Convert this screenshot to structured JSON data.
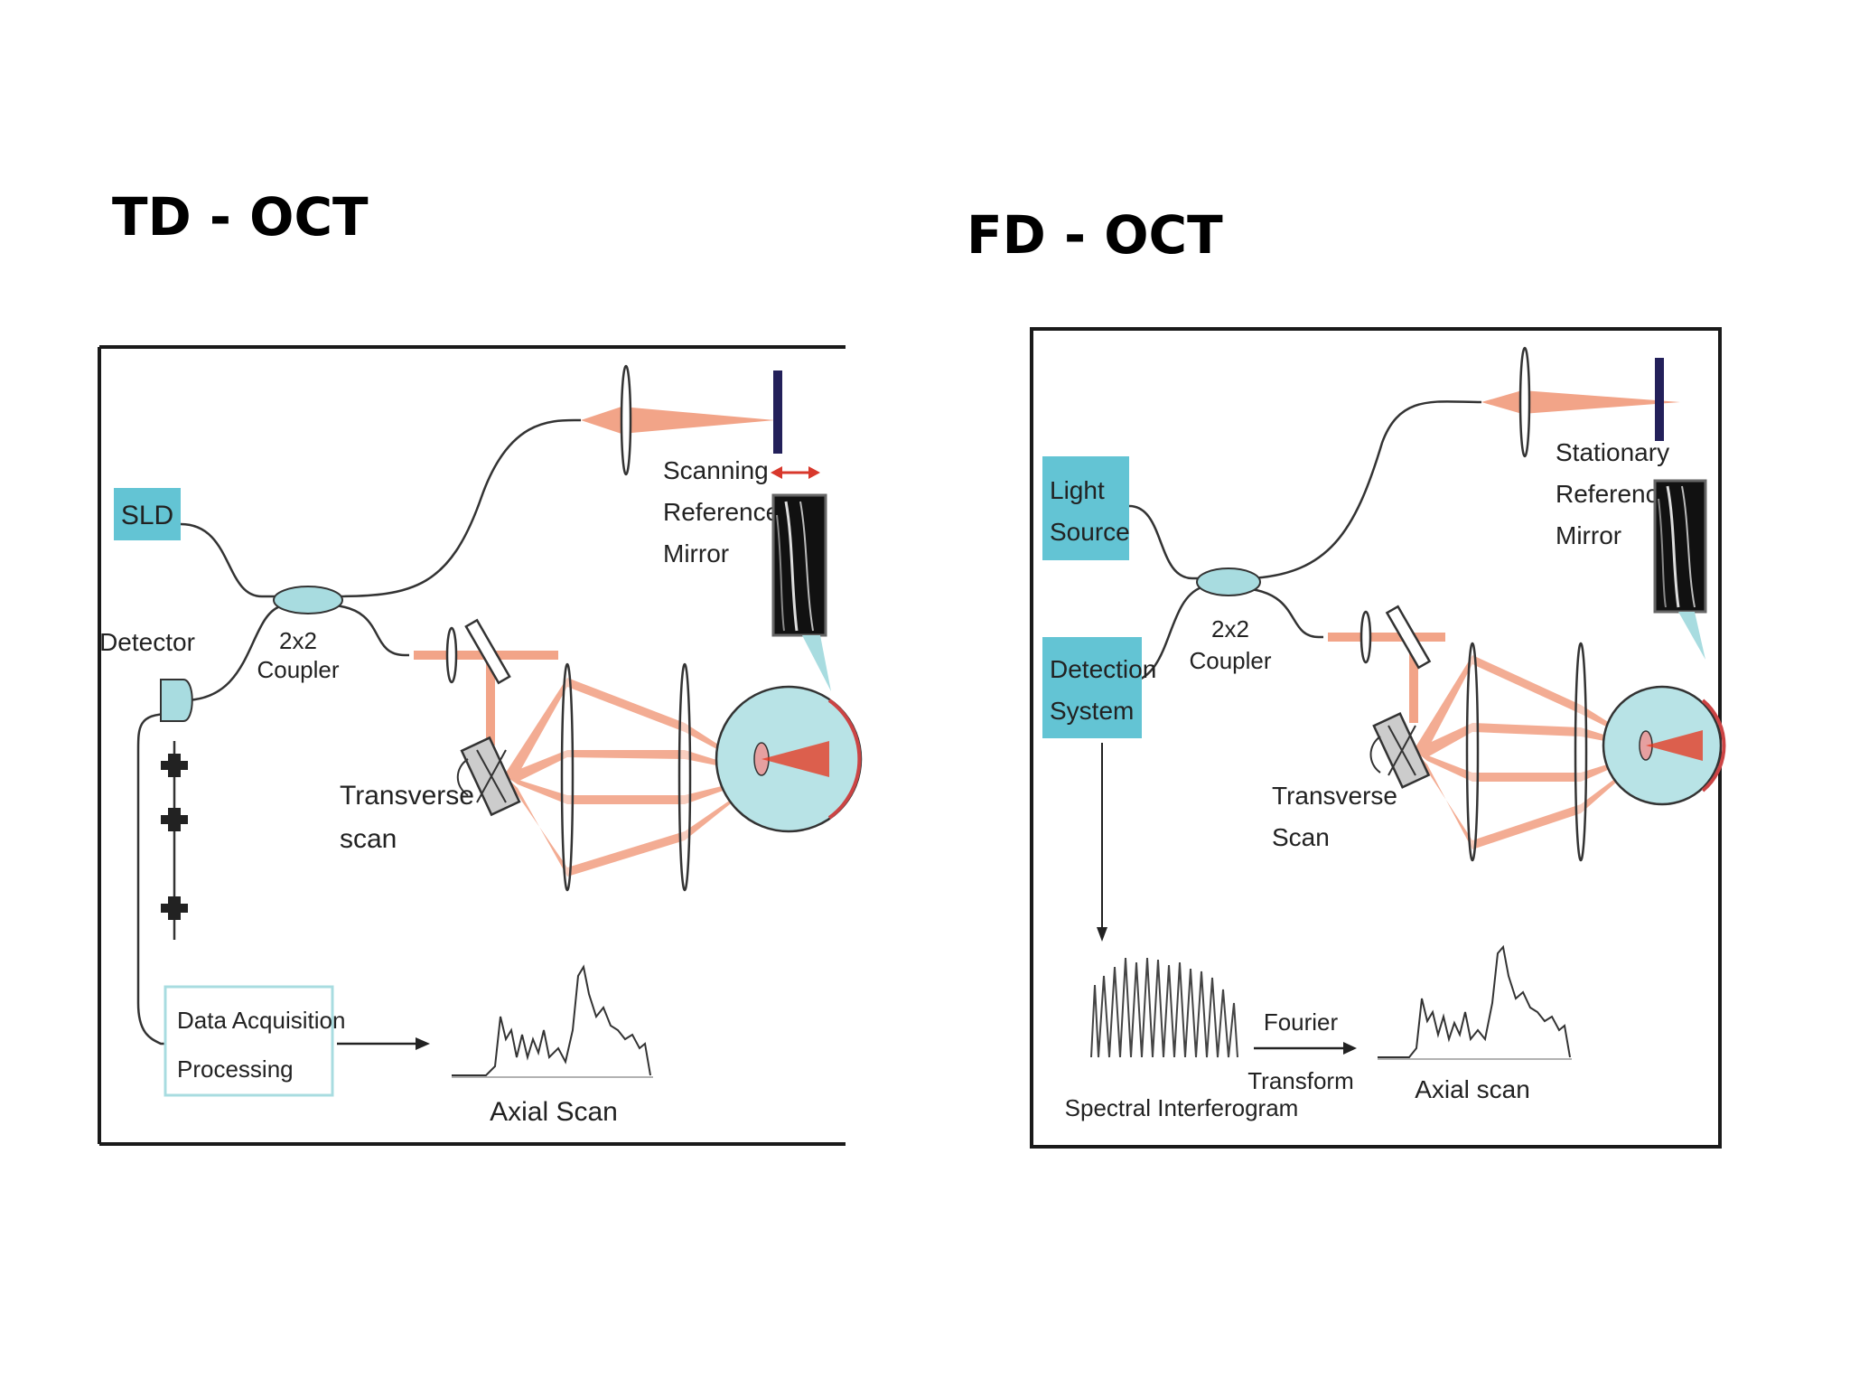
{
  "titles": {
    "td": "TD - OCT",
    "fd": "FD - OCT"
  },
  "colors": {
    "beam": "#f2a488",
    "beam_focus": "#e8331a",
    "teal_box": "#63c4d4",
    "teal_light": "#a8dce0",
    "eye": "#b8e3e6",
    "mirror": "#23205a",
    "arrow_red": "#d8382c",
    "frame": "#1a1a1a"
  },
  "td_panel": {
    "source_label": "SLD",
    "detector_label": "Detector",
    "coupler_line1": "2x2",
    "coupler_line2": "Coupler",
    "mirror_line1": "Scanning",
    "mirror_line2": "Reference",
    "mirror_line3": "Mirror",
    "transverse_line1": "Transverse",
    "transverse_line2": "scan",
    "daq_line1": "Data Acquisition",
    "daq_line2": "Processing",
    "axial_label": "Axial Scan"
  },
  "fd_panel": {
    "source_line1": "Light",
    "source_line2": "Source",
    "detection_line1": "Detection",
    "detection_line2": "System",
    "coupler_line1": "2x2",
    "coupler_line2": "Coupler",
    "mirror_line1": "Stationary",
    "mirror_line2": "Reference",
    "mirror_line3": "Mirror",
    "transverse_line1": "Transverse",
    "transverse_line2": "Scan",
    "interferogram_label": "Spectral Interferogram",
    "fourier_line1": "Fourier",
    "fourier_line2": "Transform",
    "axial_label": "Axial scan"
  }
}
